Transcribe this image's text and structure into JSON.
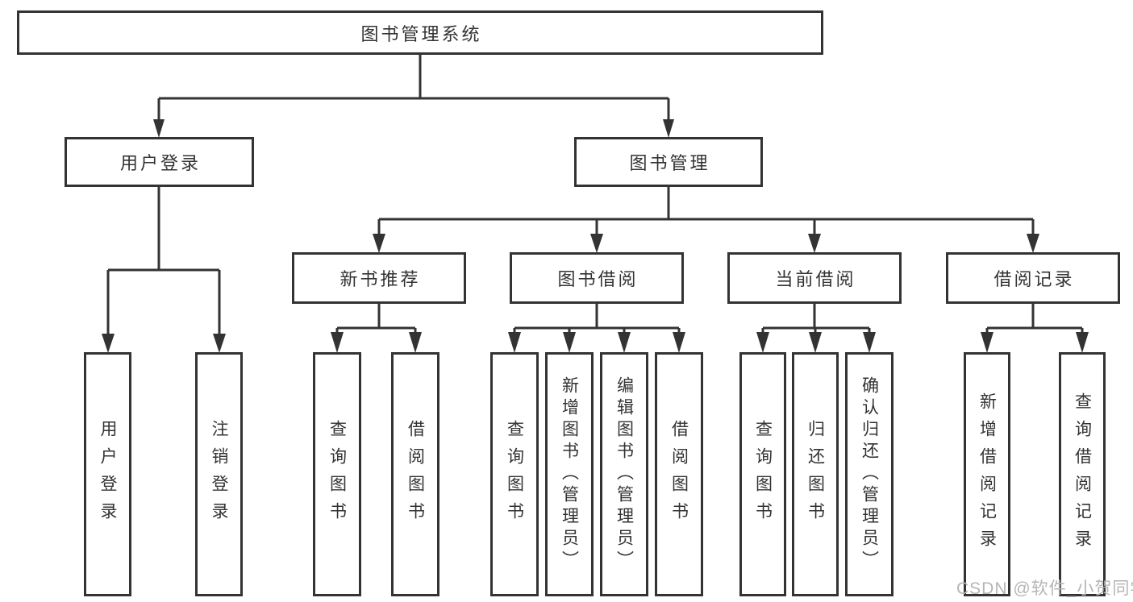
{
  "diagram": {
    "root": {
      "label": "图书管理系统"
    },
    "level2": [
      {
        "label": "用户登录",
        "children": [
          "用户登录",
          "注销登录"
        ]
      },
      {
        "label": "图书管理",
        "children": [
          {
            "label": "新书推荐",
            "children": [
              "查询图书",
              "借阅图书"
            ]
          },
          {
            "label": "图书借阅",
            "children": [
              "查询图书",
              "新增图书（管理员）",
              "编辑图书（管理员）",
              "借阅图书"
            ]
          },
          {
            "label": "当前借阅",
            "children": [
              "查询图书",
              "归还图书",
              "确认归还（管理员）"
            ]
          },
          {
            "label": "借阅记录",
            "children": [
              "新增借阅记录",
              "查询借阅记录"
            ]
          }
        ]
      }
    ]
  },
  "watermark": {
    "text": "CSDN @软件_小贺同学"
  },
  "colors": {
    "line": "#333333",
    "text": "#333333",
    "bg": "#ffffff",
    "wm": "#b5b5b5"
  }
}
